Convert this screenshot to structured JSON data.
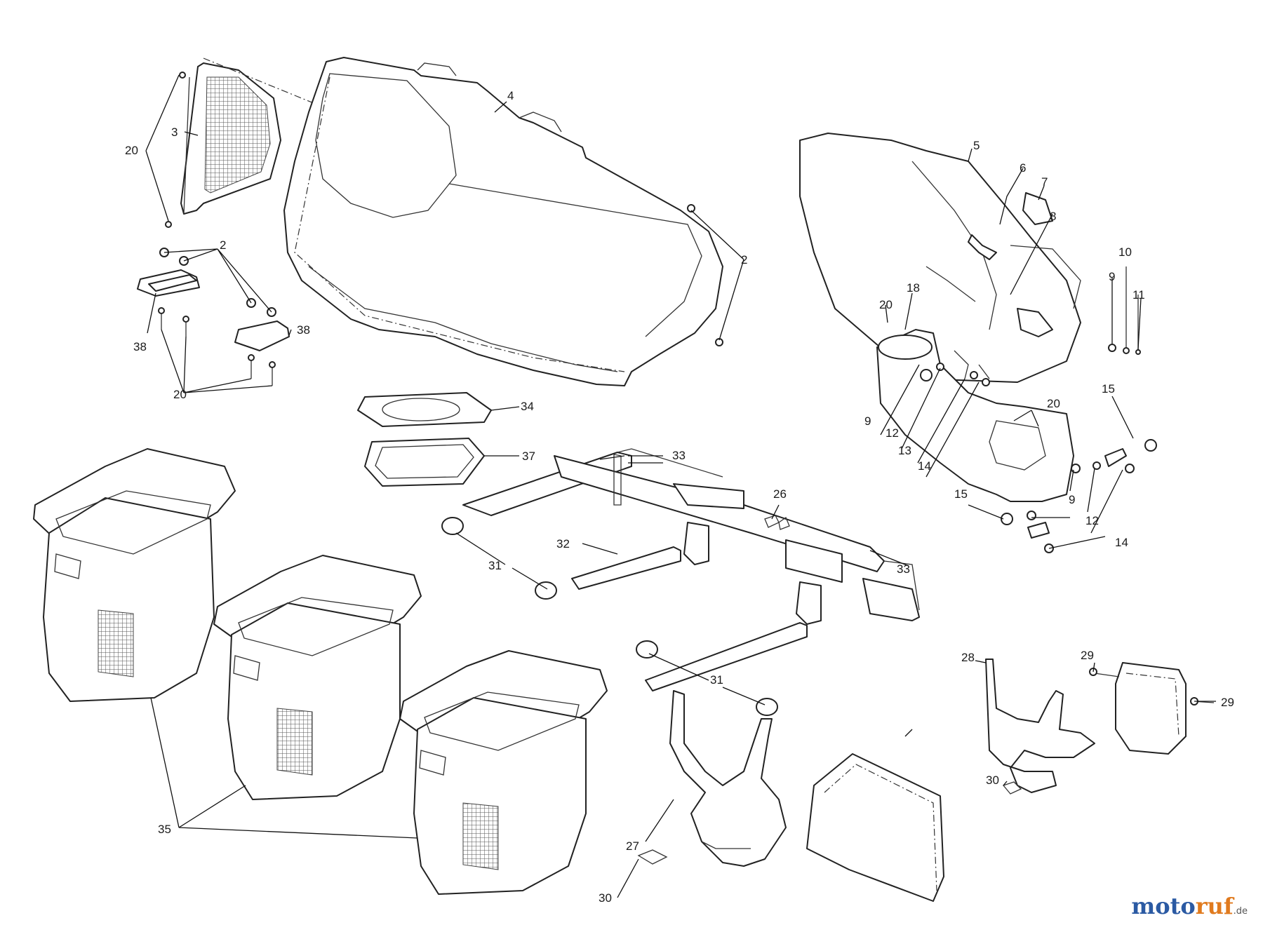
{
  "diagram": {
    "callouts": {
      "c2a": "2",
      "c2b": "2",
      "c3": "3",
      "c4": "4",
      "c5": "5",
      "c6": "6",
      "c7": "7",
      "c8": "8",
      "c9a": "9",
      "c9b": "9",
      "c9c": "9",
      "c10": "10",
      "c11": "11",
      "c12a": "12",
      "c12b": "12",
      "c13": "13",
      "c14a": "14",
      "c14b": "14",
      "c15a": "15",
      "c15b": "15",
      "c18": "18",
      "c20a": "20",
      "c20b": "20",
      "c20c": "20",
      "c20d": "20",
      "c26": "26",
      "c27": "27",
      "c28": "28",
      "c29a": "29",
      "c29b": "29",
      "c30a": "30",
      "c30b": "30",
      "c31a": "31",
      "c31b": "31",
      "c32": "32",
      "c33a": "33",
      "c33b": "33",
      "c34": "34",
      "c35": "35",
      "c37": "37",
      "c38a": "38",
      "c38b": "38"
    }
  },
  "watermark": {
    "part1": "moto",
    "part2": "ruf",
    "suffix": ".de"
  }
}
